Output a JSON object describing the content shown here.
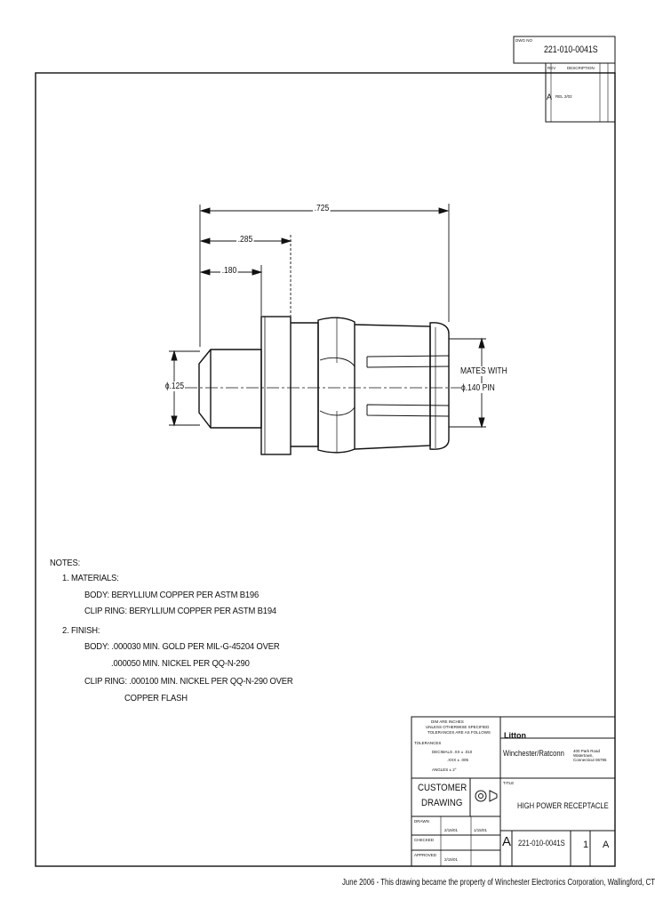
{
  "top_revision_block": {
    "dwg_no_label": "DWG NO",
    "dwg_no": "221-010-0041S",
    "rev_label": "REV",
    "description_label": "DESCRIPTION",
    "rev_letter": "A",
    "rev_note": "REL 2/02"
  },
  "dimensions": {
    "overall_length": ".725",
    "length_2": ".285",
    "length_3": ".180",
    "diameter": "ɸ.125",
    "mates_line1": "MATES WITH",
    "mates_line2": "ɸ.140 PIN"
  },
  "notes": {
    "header": "NOTES:",
    "item1_title": "1.  MATERIALS:",
    "item1_body": "BODY:  BERYLLIUM COPPER PER ASTM B196",
    "item1_clip": "CLIP RING:  BERYLLIUM COPPER PER ASTM B194",
    "item2_title": "2.  FINISH:",
    "item2_body_1": "BODY:  .000030 MIN. GOLD PER MIL-G-45204 OVER",
    "item2_body_2": ".000050 MIN. NICKEL PER QQ-N-290",
    "item2_clip_1": "CLIP RING:  .000100 MIN. NICKEL PER QQ-N-290 OVER",
    "item2_clip_2": "COPPER FLASH"
  },
  "title_block": {
    "tolerance_1": "DIM ARE INCHES",
    "tolerance_2": "UNLESS OTHERWISE SPECIFIED",
    "tolerance_3": "TOLERANCES ARE AS FOLLOWS",
    "tolerance_4": "TOLERANCES",
    "tolerance_5": "DECIMALS  .XX ± .010",
    "tolerance_6": ".XXX ± .005",
    "tolerance_7": "ANGLES ± 2°",
    "company_1": "Litton",
    "company_2": "Winchester/Ratconn",
    "company_addr": "400 Park Road Watertown, Connecticut 06795",
    "customer_drawing_1": "CUSTOMER",
    "customer_drawing_2": "DRAWING",
    "title_label": "TITLE",
    "title": "HIGH POWER RECEPTACLE",
    "drawn_label": "DRAWN",
    "drawn_date": "2/15/01",
    "checked_label": "CHECKED",
    "checked_date": "1/15/01",
    "approved_label": "APPROVED",
    "approved_date": "2/15/01",
    "size": "A",
    "dwg_no": "221-010-0041S",
    "sheet": "1",
    "rev": "A"
  },
  "footer": {
    "text": "June 2006 - This drawing became the property of Winchester Electronics Corporation, Wallingford, CT"
  }
}
